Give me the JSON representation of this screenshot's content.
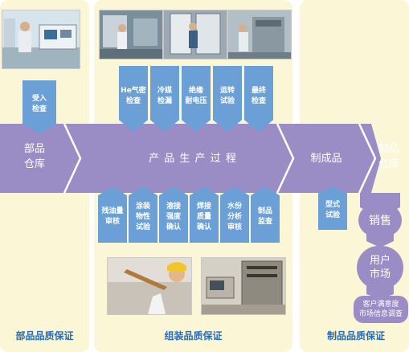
{
  "flow": {
    "parts_warehouse": "部品\n仓库",
    "production_process": "产 品 生 产 过 程",
    "finished_product": "制成品",
    "product_warehouse": "制品\n仓库"
  },
  "inspections": {
    "incoming": "受入\n检查",
    "top": [
      "He气密\n检查",
      "冷媒\n检漏",
      "绝缘\n耐电压",
      "运转\n试验",
      "最终\n检查"
    ],
    "bottom": [
      "残油量\n审核",
      "涂装\n物性\n试验",
      "溶接\n强度\n确认",
      "焊接\n质量\n确认",
      "水份\n分析\n审核",
      "制品\n监查"
    ],
    "type_test": "型式\n试验"
  },
  "market": {
    "sales": "销售",
    "user_market": "用户\n市场",
    "survey": "客户满意度\n市场信息调查"
  },
  "sections": {
    "parts": "部品品质保证",
    "assembly": "组装品质保证",
    "product": "制品品质保证"
  },
  "colors": {
    "panel": "#fbf7d6",
    "flow": "#9a8cc4",
    "tag": "#6aa0d6",
    "footer_text": "#2a6cb5"
  }
}
